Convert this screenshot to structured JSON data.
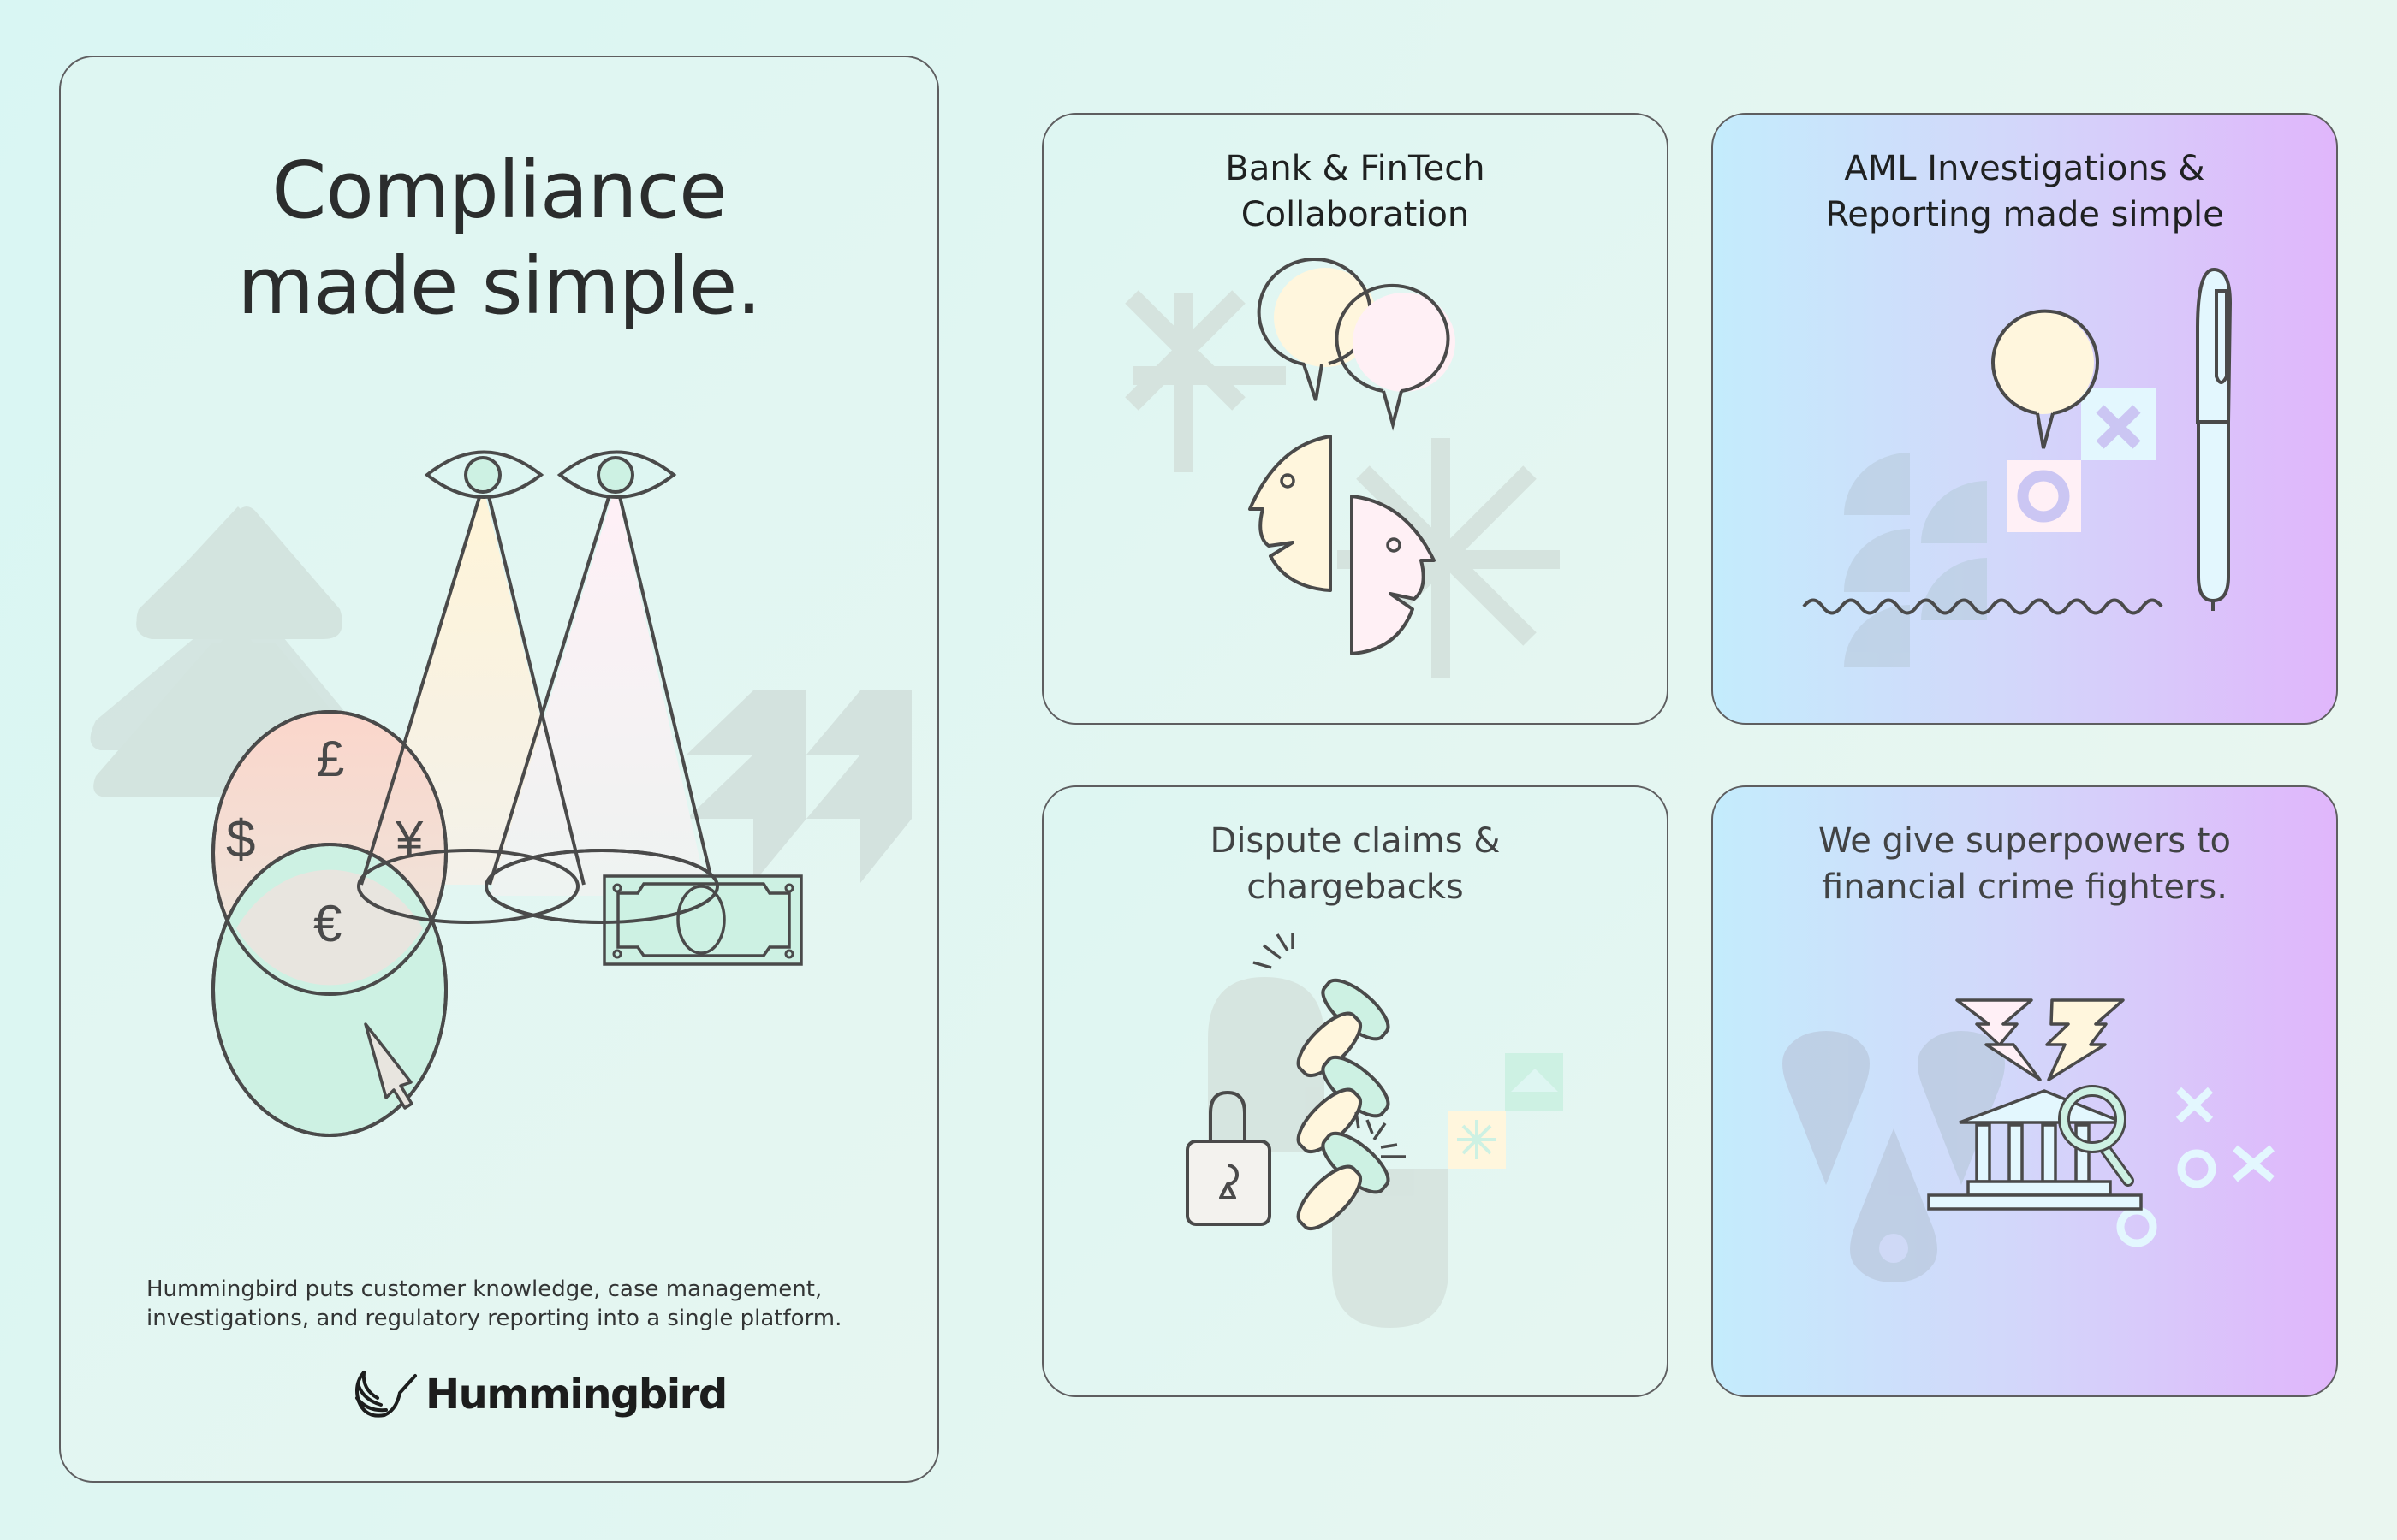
{
  "hero": {
    "title_lines": [
      "Compliance",
      "made simple."
    ],
    "description_lines": [
      "Hummingbird puts customer knowledge, case management,",
      "investigations, and regulatory reporting into a single platform."
    ],
    "brand": {
      "name": "Hummingbird",
      "icon": "hummingbird-logo-icon"
    },
    "illustration": {
      "icons": [
        "eye-icon",
        "eye-icon",
        "light-cone",
        "venn-circle",
        "currency-dollar-icon",
        "currency-pound-icon",
        "currency-yen-icon",
        "currency-euro-icon",
        "cursor-arrow-icon",
        "banknote-icon"
      ],
      "currency_symbols": [
        "$",
        "£",
        "¥",
        "€"
      ]
    }
  },
  "cards": [
    {
      "title_lines": [
        "Bank & FinTech",
        "Collaboration"
      ],
      "style": "plain",
      "icons": [
        "speech-bubble-icon",
        "speech-bubble-icon",
        "face-profile-icon",
        "face-profile-icon",
        "asterisk-decoration"
      ]
    },
    {
      "title_lines": [
        "AML Investigations &",
        "Reporting made simple"
      ],
      "style": "gradient",
      "icons": [
        "speech-bubble-icon",
        "x-mark-icon",
        "o-mark-icon",
        "pen-icon",
        "signature-squiggle"
      ]
    },
    {
      "title_lines": [
        "Dispute claims &",
        "chargebacks"
      ],
      "style": "plain",
      "icons": [
        "padlock-icon",
        "coin-icon",
        "sparkle-icon",
        "arrow-up-tile"
      ]
    },
    {
      "title_lines": [
        "We give superpowers to",
        "financial crime fighters."
      ],
      "style": "gradient",
      "icons": [
        "lightning-bolt-icon",
        "lightning-bolt-icon",
        "bank-building-icon",
        "magnifier-icon",
        "map-pin-decoration",
        "x-o-marks-decoration"
      ]
    }
  ],
  "colors": {
    "outline": "#4a4a4a",
    "mint": "#cdf1e3",
    "cream": "#fff6dd",
    "blush": "#fff0f5",
    "peach": "#f9d7cf",
    "ice": "#e3f7fe",
    "lavender_mark": "#cbc6f3",
    "decor_gray": "#c9d6d2",
    "gradient_start": "#c4ecfc",
    "gradient_end": "#e0b6fb"
  }
}
